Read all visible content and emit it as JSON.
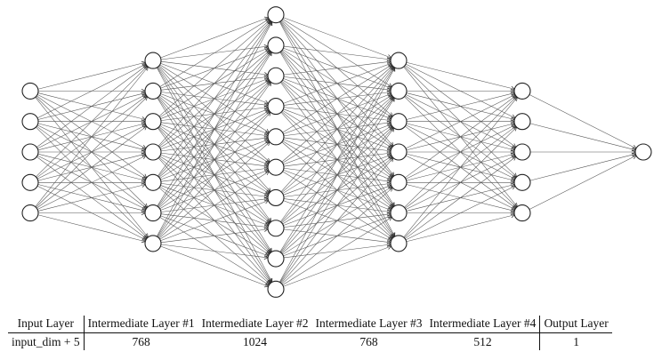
{
  "network": {
    "layer_node_counts": [
      5,
      7,
      10,
      7,
      5,
      1
    ]
  },
  "table": {
    "headers": [
      "Input Layer",
      "Intermediate Layer #1",
      "Intermediate Layer #2",
      "Intermediate Layer #3",
      "Intermediate Layer #4",
      "Output Layer"
    ],
    "values": [
      "input_dim + 5",
      "768",
      "1024",
      "768",
      "512",
      "1"
    ]
  }
}
